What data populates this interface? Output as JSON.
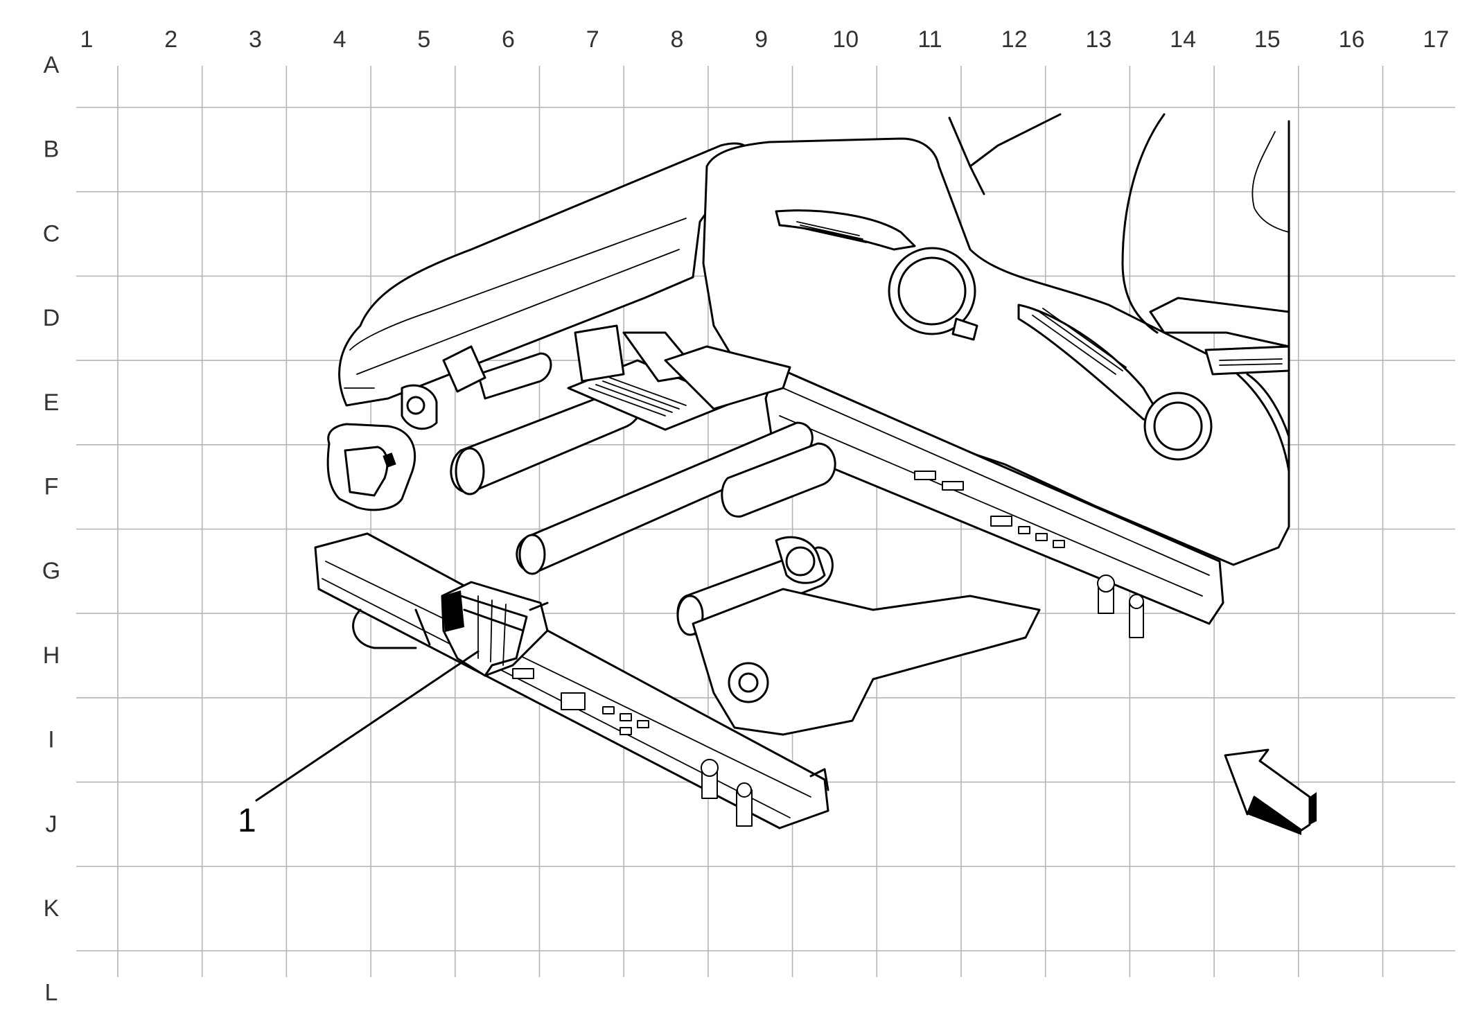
{
  "grid": {
    "columns": [
      "1",
      "2",
      "3",
      "4",
      "5",
      "6",
      "7",
      "8",
      "9",
      "10",
      "11",
      "12",
      "13",
      "14",
      "15",
      "16",
      "17"
    ],
    "rows": [
      "A",
      "B",
      "C",
      "D",
      "E",
      "F",
      "G",
      "H",
      "I",
      "J",
      "K",
      "L"
    ]
  },
  "callouts": [
    {
      "label": "1"
    }
  ],
  "colors": {
    "grid": "#b4b4b4",
    "linework": "#000000",
    "background": "#ffffff"
  },
  "icons": [
    "view-direction-arrow-icon"
  ]
}
